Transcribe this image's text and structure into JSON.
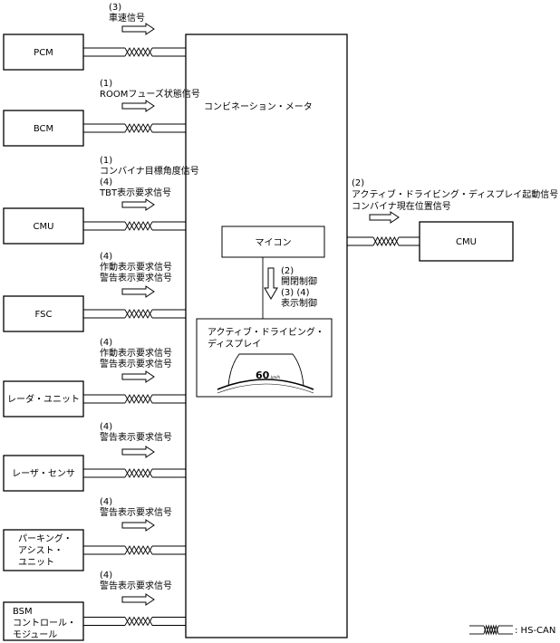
{
  "modules": [
    {
      "id": "pcm",
      "lines": [
        "PCM"
      ],
      "signal_lines": [
        "(3)",
        "車速信号"
      ]
    },
    {
      "id": "bcm",
      "lines": [
        "BCM"
      ],
      "signal_lines": [
        "(1)",
        "ROOMフューズ状態信号"
      ]
    },
    {
      "id": "cmu",
      "lines": [
        "CMU"
      ],
      "signal_lines": [
        "(1)",
        "コンバイナ目標角度信号",
        "(4)",
        "TBT表示要求信号"
      ]
    },
    {
      "id": "fsc",
      "lines": [
        "FSC"
      ],
      "signal_lines": [
        "(4)",
        "作動表示要求信号",
        "警告表示要求信号"
      ]
    },
    {
      "id": "radar-unit",
      "lines": [
        "レーダ・ユニット"
      ],
      "signal_lines": [
        "(4)",
        "作動表示要求信号",
        "警告表示要求信号"
      ]
    },
    {
      "id": "laser-sensor",
      "lines": [
        "レーザ・センサ"
      ],
      "signal_lines": [
        "(4)",
        "警告表示要求信号"
      ]
    },
    {
      "id": "parking-assist-unit",
      "lines": [
        "パーキング・",
        "アシスト・",
        "ユニット"
      ],
      "signal_lines": [
        "(4)",
        "警告表示要求信号"
      ]
    },
    {
      "id": "bsm-control-module",
      "lines": [
        "BSM",
        "コントロール・",
        "モジュール"
      ],
      "signal_lines": [
        "(4)",
        "警告表示要求信号"
      ]
    }
  ],
  "meter": {
    "title": "コンビネーション・メータ"
  },
  "micom": {
    "label": "マイコン"
  },
  "control_label_lines": [
    "(2)",
    "開閉制御",
    "(3) (4)",
    "表示制御"
  ],
  "ad_display": {
    "lines": [
      "アクティブ・ドライビング・",
      "ディスプレイ"
    ],
    "speed": "60",
    "unit": "km/h"
  },
  "right_module": {
    "label": "CMU",
    "signal_lines": [
      "(2)",
      "アクティブ・ドライビング・ディスプレイ起動信号",
      "コンバイナ現在位置信号"
    ]
  },
  "legend": {
    "label": ": HS-CAN"
  }
}
